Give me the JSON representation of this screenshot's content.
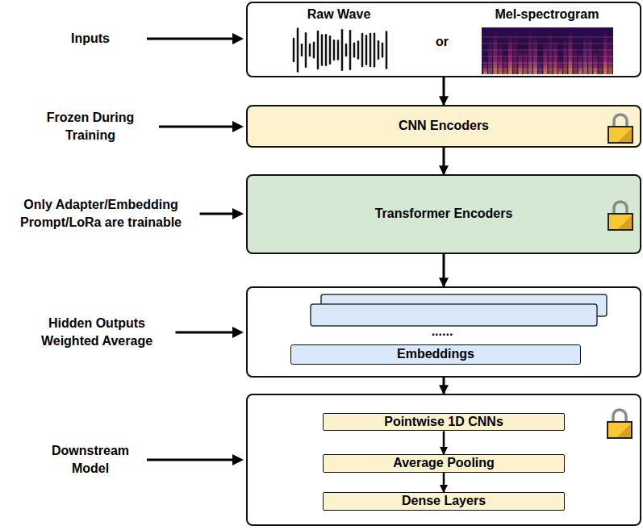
{
  "diagram": {
    "nodes": [
      {
        "text": [
          "Raw Wave",
          "or",
          "Mel-spectrogram"
        ]
      },
      {
        "text": [
          "CNN Encoders"
        ]
      },
      {
        "text": [
          "Transformer Encoders"
        ]
      },
      {
        "text": [
          "......"
        ]
      },
      {
        "text": [
          "Embeddings"
        ],
        "in": 3
      },
      {
        "text": []
      },
      {
        "text": [
          "Pointwise 1D CNNs"
        ],
        "in": 5
      },
      {
        "text": [
          "Average Pooling"
        ],
        "in": 5
      },
      {
        "text": [
          "Dense Layers"
        ],
        "in": 5
      }
    ],
    "edges": [
      {
        "from": 0,
        "to": 1,
        "arrow": "to"
      },
      {
        "from": 1,
        "to": 2,
        "arrow": "to"
      },
      {
        "from": 2,
        "to": 3,
        "arrow": "to"
      },
      {
        "from": 3,
        "to": 5,
        "arrow": "to"
      },
      {
        "from": 6,
        "to": 7,
        "arrow": "to"
      },
      {
        "from": 7,
        "to": 8,
        "arrow": "to"
      }
    ],
    "labels": [
      "Inputs",
      "Frozen During Training",
      "Only Adapter/Embedding Prompt/LoRa are trainable",
      "Hidden Outputs Weighted Average",
      "Downstream Model"
    ]
  }
}
